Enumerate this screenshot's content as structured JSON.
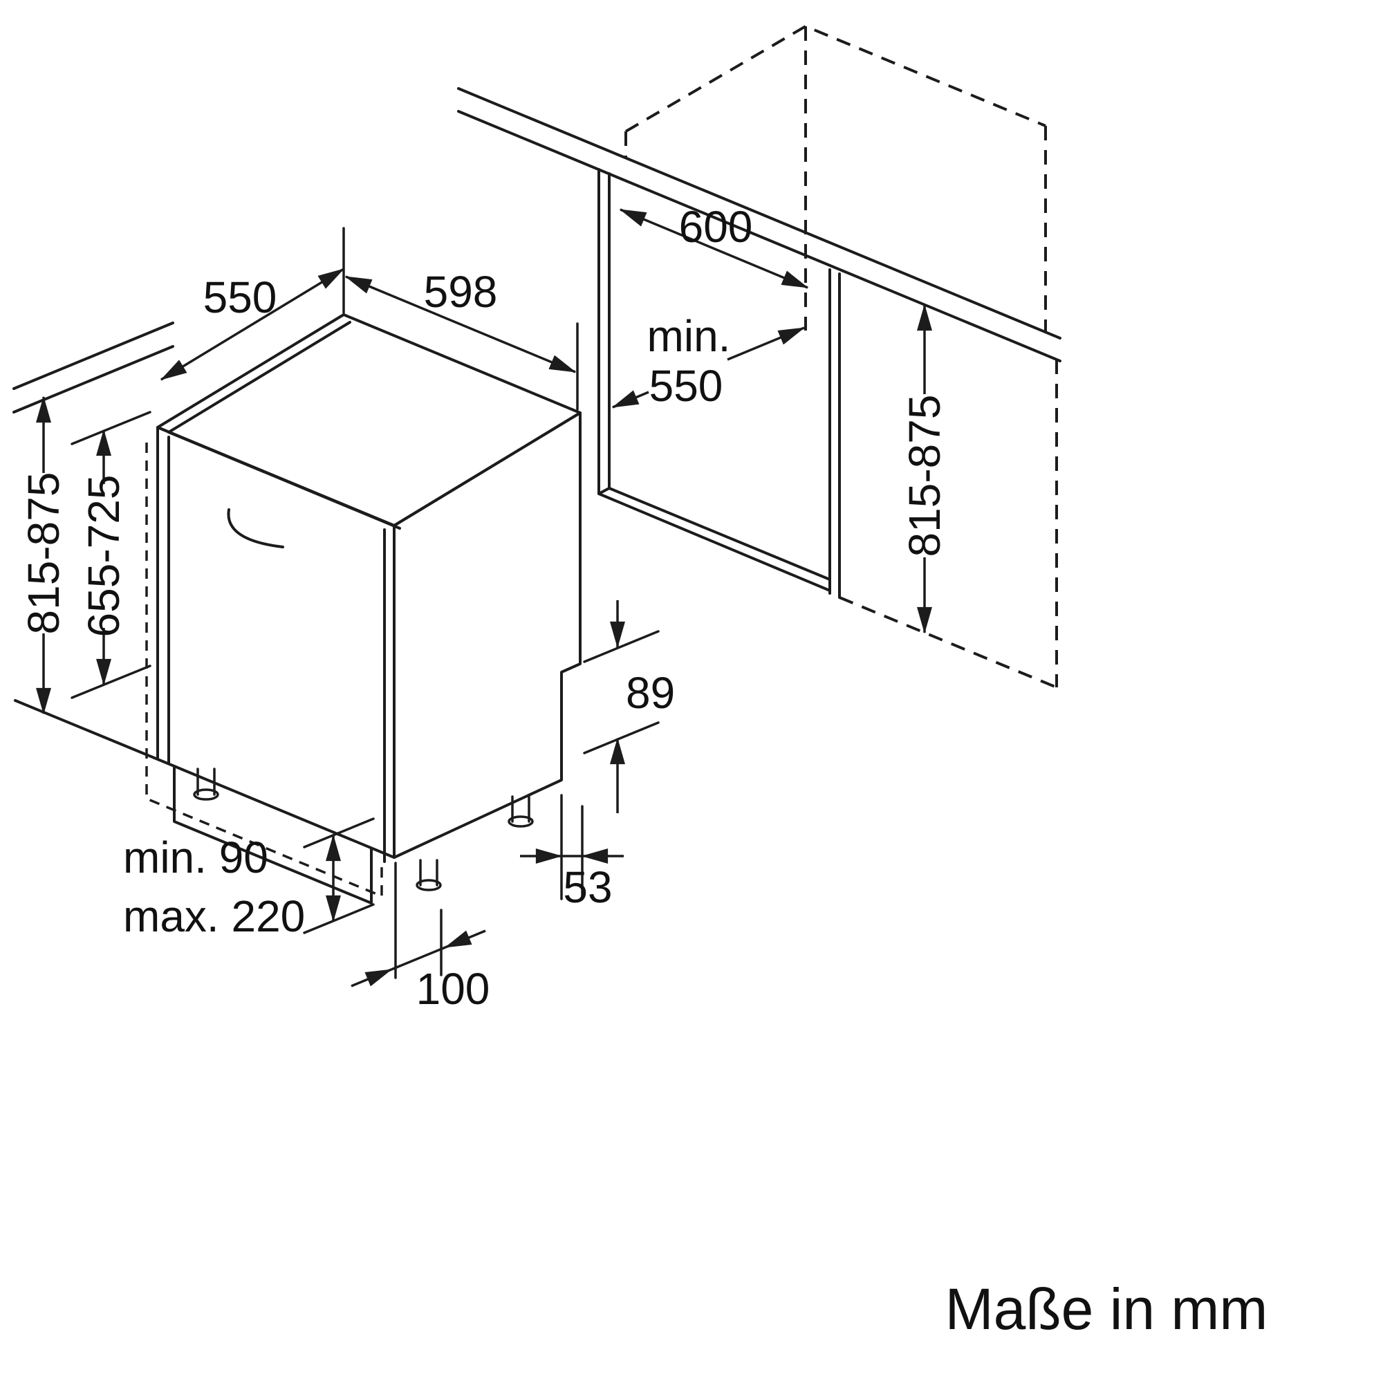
{
  "caption": "Maße in mm",
  "dimensions": {
    "depth_top": "550",
    "width_top": "598",
    "niche_depth": "600",
    "niche_min_label": "min.",
    "niche_min_value": "550",
    "height_left": "815-875",
    "door_panel_height": "655-725",
    "height_right": "815-875",
    "rear_base_height": "89",
    "rear_base_offset": "53",
    "front_foot_depth": "100",
    "plinth_min": "min. 90",
    "plinth_max": "max. 220"
  }
}
